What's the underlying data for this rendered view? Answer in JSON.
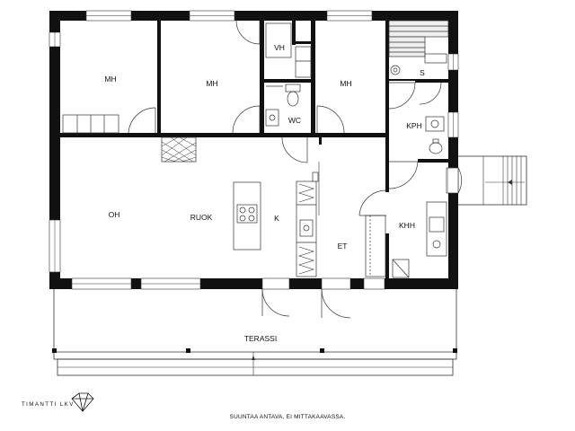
{
  "rooms": {
    "mh1": "MH",
    "mh2": "MH",
    "vh": "VH",
    "mh3": "MH",
    "s": "S",
    "wc": "WC",
    "kph": "KPH",
    "oh": "OH",
    "ruok": "RUOK",
    "k": "K",
    "khh": "KHH",
    "et": "ET",
    "terassi": "TERASSI"
  },
  "logo": {
    "text": "TIMANTTI LKV"
  },
  "note": "SUUNTAA ANTAVA, EI MITTAKAAVASSA."
}
